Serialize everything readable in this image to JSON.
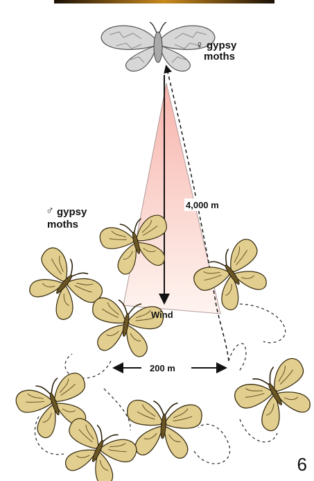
{
  "labels": {
    "female_symbol": "♀",
    "female_line1": "gypsy",
    "female_line2": "moths",
    "male_symbol": "♂",
    "male_line1": "gypsy",
    "male_line2": "moths",
    "distance_long": "4,000 m",
    "wind": "Wind",
    "distance_short": "200 m"
  },
  "page_number": "6",
  "colors": {
    "male_moth": "#e2cf90",
    "female_moth": "#d7d7d7",
    "plume_top": "#f6b4ac",
    "plume_bottom": "#fff4f0",
    "top_banner": "#2a1a06"
  }
}
